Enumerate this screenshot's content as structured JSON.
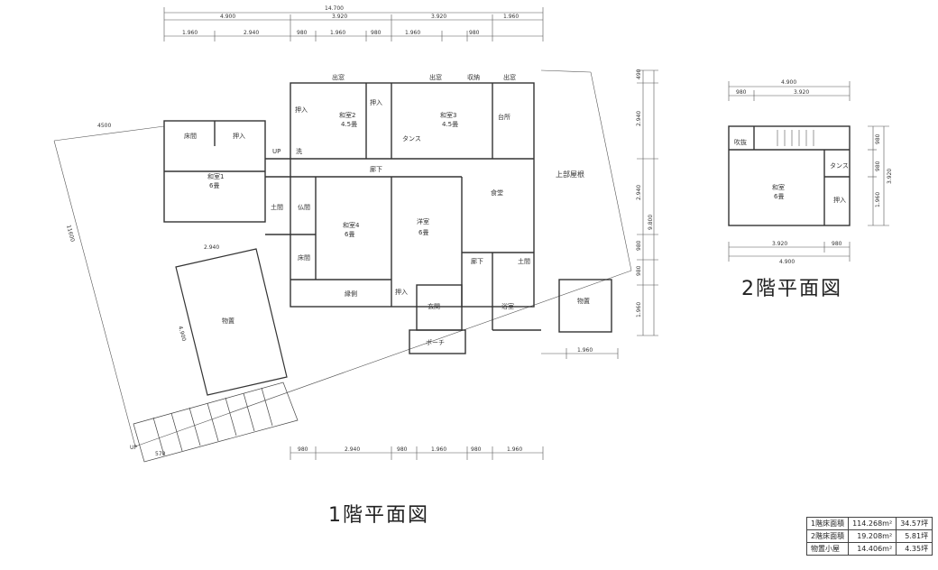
{
  "titles": {
    "floor1": "1階平面図",
    "floor2": "2階平面図"
  },
  "dimensions": {
    "top_total": "14.700",
    "top_row2": [
      "4.900",
      "3.920",
      "3.920",
      "1.960"
    ],
    "top_row3": [
      "1.960",
      "2.940",
      "980",
      "1.960",
      "980",
      "1.960",
      "980"
    ],
    "bottom_row": [
      "980",
      "2.940",
      "980",
      "1.960",
      "980",
      "1.960"
    ],
    "right_col": [
      "490",
      "2.940",
      "2.940",
      "980",
      "980",
      "1.960"
    ],
    "right_total": "9.800",
    "left_diag": "11600",
    "left_top": "4500",
    "shed_top": "2.940",
    "shed_side": "4.900",
    "stairs_w": "570",
    "porch_right": "1.960",
    "f2_top": "4.900",
    "f2_top_row2": [
      "980",
      "3.920"
    ],
    "f2_bottom_row": [
      "3.920",
      "980"
    ],
    "f2_bottom_total": "4.900",
    "f2_right": [
      "980",
      "980",
      "1.960"
    ],
    "f2_right_total": "3.920"
  },
  "rooms_f1": {
    "tokonoma1": "床間",
    "oshiire1": "押入",
    "washitsu1": "和室1",
    "washitsu1_size": "6畳",
    "oshiire2": "押入",
    "washitsu2": "和室2",
    "washitsu2_size": "4.5畳",
    "demado1": "出窓",
    "oshiire3": "押入",
    "washitsu3": "和室3",
    "washitsu3_size": "4.5畳",
    "demado2": "出窓",
    "shuno": "収納",
    "demado3": "出窓",
    "daidokoro": "台所",
    "tansu": "タンス",
    "senmen": "洗",
    "up": "UP",
    "roka": "廊下",
    "butsuma": "仏間",
    "doma1": "土間",
    "washitsu4": "和室4",
    "washitsu4_size": "6畳",
    "yoshitsu": "洋室",
    "yoshitsu_size": "6畳",
    "shokudo": "食堂",
    "jobu_yane": "上部屋根",
    "tokonoma2": "床間",
    "engawa": "縁側",
    "oshiire4": "押入",
    "genkan": "玄関",
    "roka2": "廊下",
    "doma2": "土間",
    "yokushitsu": "浴室",
    "monooki": "物置",
    "porch": "ポーチ",
    "shed": "物置",
    "up2": "UP"
  },
  "rooms_f2": {
    "fukinuke": "吹抜",
    "tansu": "タンス",
    "washitsu": "和室",
    "washitsu_size": "6畳",
    "oshiire": "押入"
  },
  "area_table": [
    {
      "label": "1階床面積",
      "sqm": "114.268m²",
      "tsubo": "34.57坪"
    },
    {
      "label": "2階床面積",
      "sqm": "19.208m²",
      "tsubo": "5.81坪"
    },
    {
      "label": "物置小屋",
      "sqm": "14.406m²",
      "tsubo": "4.35坪"
    }
  ]
}
